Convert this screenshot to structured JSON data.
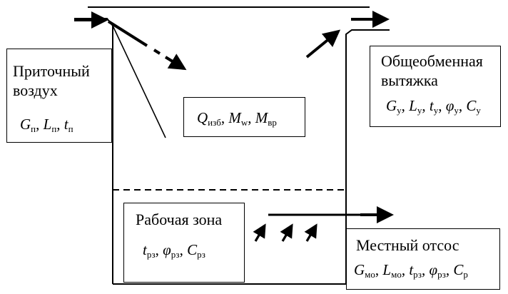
{
  "supply": {
    "title_line1": "Приточный",
    "title_line2": "воздух",
    "params": [
      {
        "symbol": "G",
        "sub": "п"
      },
      {
        "symbol": "L",
        "sub": "п"
      },
      {
        "symbol": "t",
        "sub": "п"
      }
    ]
  },
  "room": {
    "params": [
      {
        "symbol": "Q",
        "sub": "изб"
      },
      {
        "symbol": "M",
        "sub": "w"
      },
      {
        "symbol": "M",
        "sub": "вр"
      }
    ]
  },
  "exhaust": {
    "title_line1": "Общеобменная",
    "title_line2": "вытяжка",
    "params": [
      {
        "symbol": "G",
        "sub": "у"
      },
      {
        "symbol": "L",
        "sub": "у"
      },
      {
        "symbol": "t",
        "sub": "у"
      },
      {
        "symbol": "φ",
        "sub": "у"
      },
      {
        "symbol": "C",
        "sub": "у"
      }
    ]
  },
  "work_zone": {
    "title": "Рабочая зона",
    "params": [
      {
        "symbol": "t",
        "sub": "рз"
      },
      {
        "symbol": "φ",
        "sub": "рз"
      },
      {
        "symbol": "C",
        "sub": "рз"
      }
    ]
  },
  "local_exhaust": {
    "title": "Местный отсос",
    "params": [
      {
        "symbol": "G",
        "sub": "мо"
      },
      {
        "symbol": "L",
        "sub": "мо"
      },
      {
        "symbol": "t",
        "sub": "рз"
      },
      {
        "symbol": "φ",
        "sub": "рз"
      },
      {
        "symbol": "C",
        "sub": "р"
      }
    ]
  }
}
